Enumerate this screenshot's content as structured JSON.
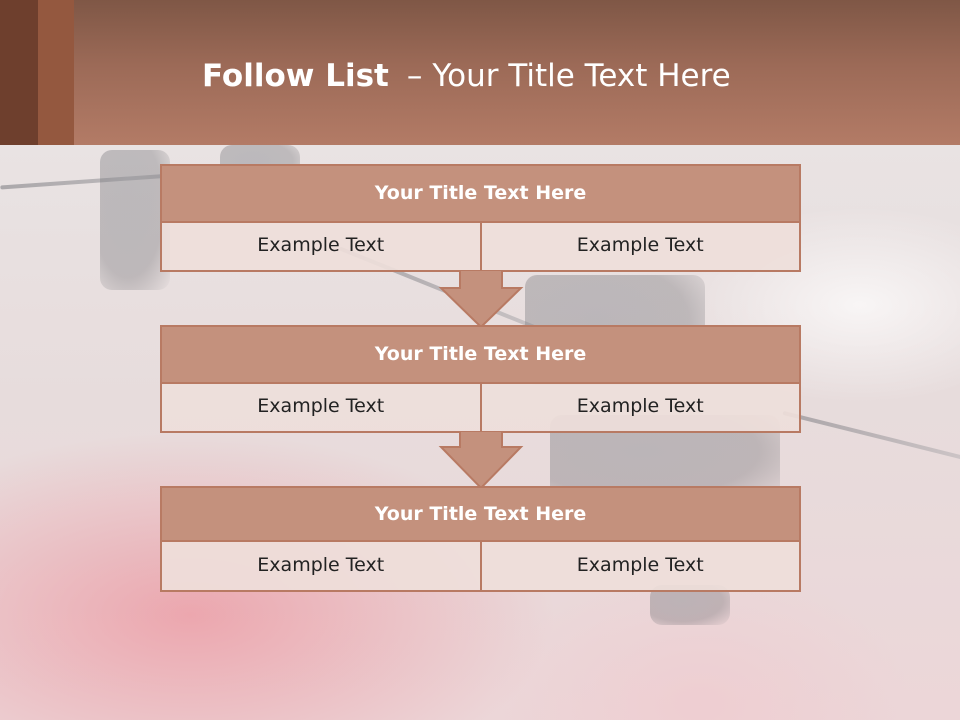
{
  "header": {
    "title_bold": "Follow List",
    "separator": "–",
    "title_rest": "Your Title Text Here"
  },
  "blocks": [
    {
      "title": "Your Title Text Here",
      "left": "Example Text",
      "right": "Example Text"
    },
    {
      "title": "Your Title Text Here",
      "left": "Example Text",
      "right": "Example Text"
    },
    {
      "title": "Your Title Text Here",
      "left": "Example Text",
      "right": "Example Text"
    }
  ],
  "colors": {
    "header": "#b37b66",
    "accent_dark": "#6e3f2d",
    "box_title": "#c4917d",
    "box_border": "#b87a63",
    "cell_fill": "#eeded a"
  }
}
